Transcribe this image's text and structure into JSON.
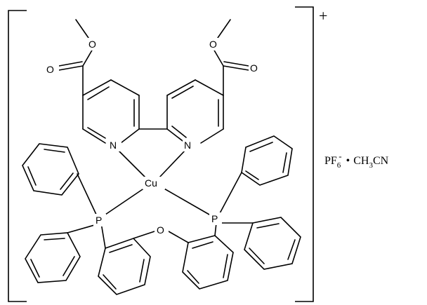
{
  "atoms": {
    "copper": "Cu",
    "nitrogen_left": "N",
    "nitrogen_right": "N",
    "phosphorus_left": "P",
    "phosphorus_right": "P",
    "bridge_oxygen": "O",
    "ester_left_carbonyl_o": "O",
    "ester_left_ether_o": "O",
    "ester_right_carbonyl_o": "O",
    "ester_right_ether_o": "O"
  },
  "complex_charge": "+",
  "counter_ion": {
    "anion": "PF",
    "anion_subscript": "6",
    "anion_superscript": "-",
    "separator": "•",
    "solvent_prefix": "CH",
    "solvent_subscript": "3",
    "solvent_suffix": "CN"
  }
}
